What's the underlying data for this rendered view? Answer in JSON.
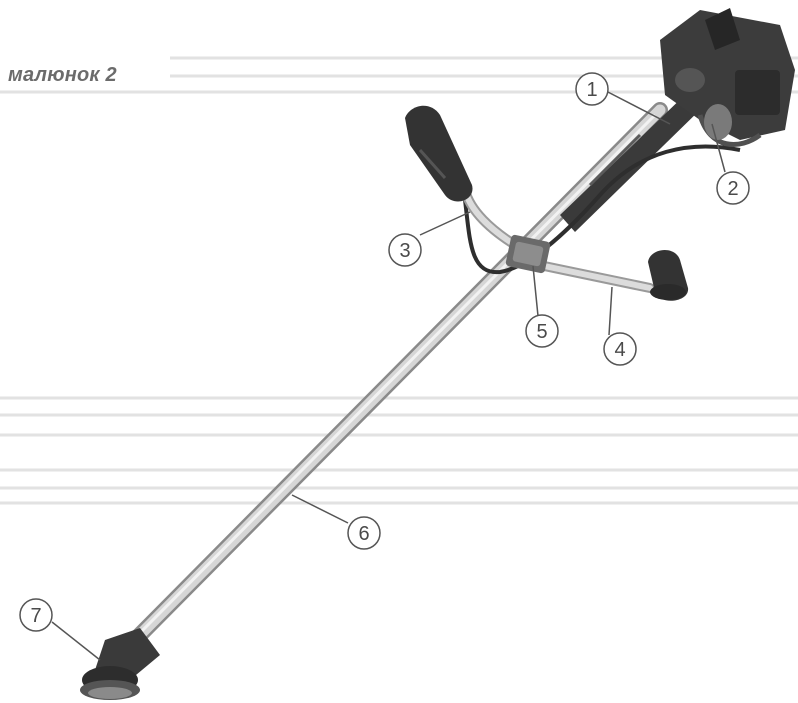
{
  "figure": {
    "caption": "малюнок 2",
    "callouts": [
      {
        "number": "1"
      },
      {
        "number": "2"
      },
      {
        "number": "3"
      },
      {
        "number": "4"
      },
      {
        "number": "5"
      },
      {
        "number": "6"
      },
      {
        "number": "7"
      }
    ],
    "colors": {
      "background": "#ffffff",
      "guide_lines": "#e2e2e2",
      "shaft": "#cfcfcf",
      "engine_body": "#3c3c3c",
      "grips": "#2f2f2f",
      "callout_outline": "#555555"
    }
  }
}
